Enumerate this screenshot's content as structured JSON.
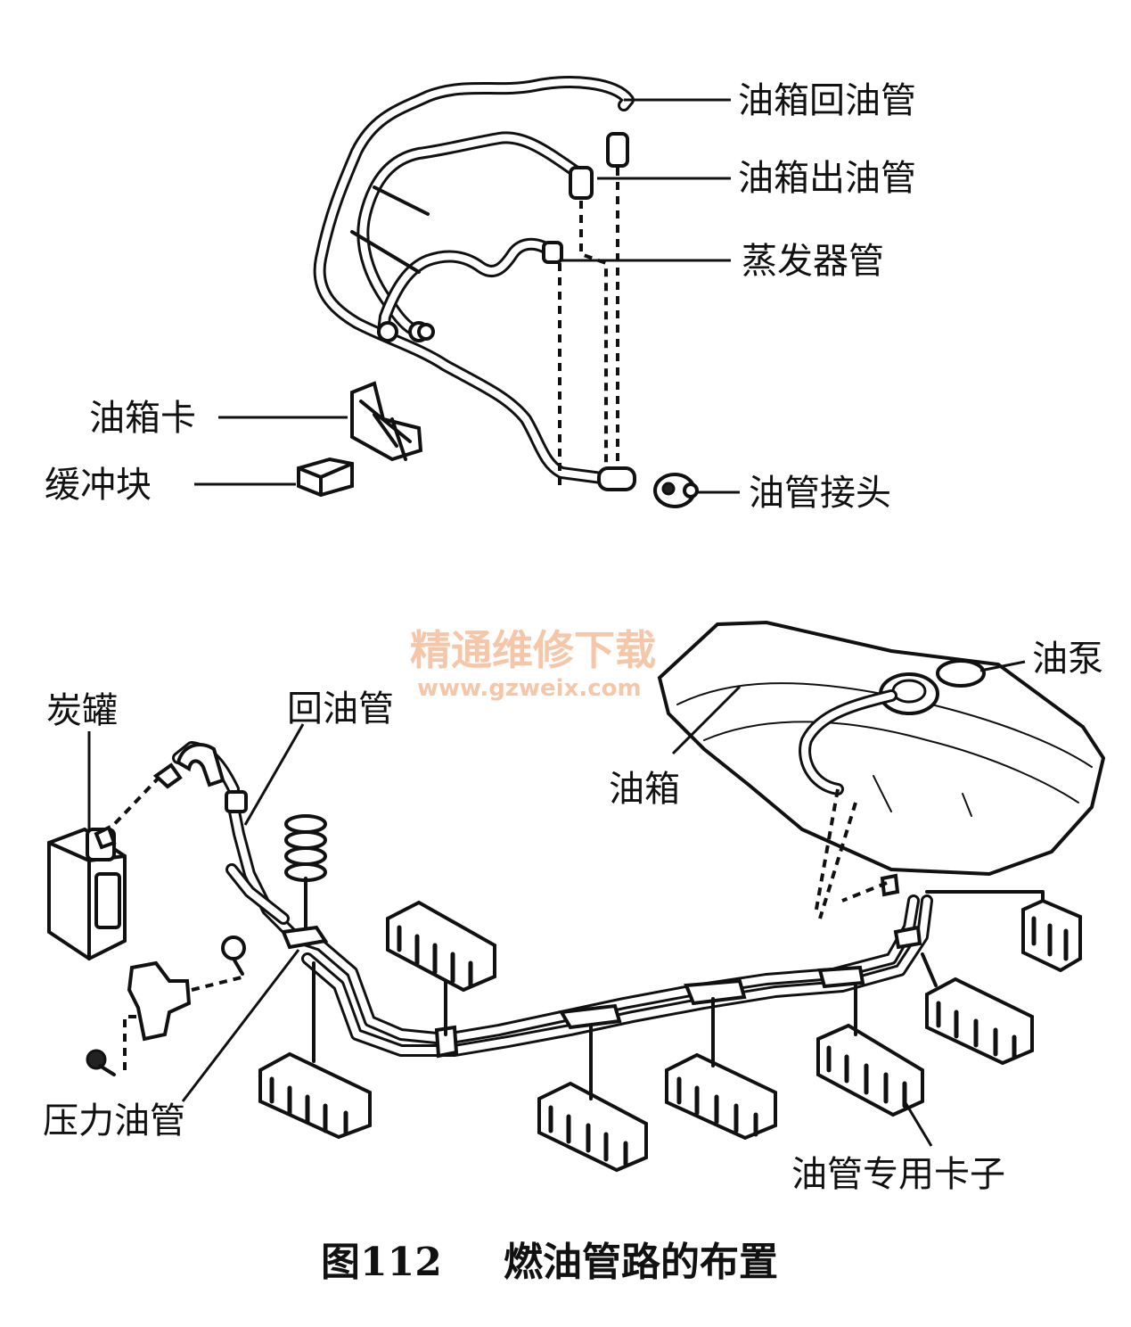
{
  "top_labels": {
    "return_pipe": "油箱回油管",
    "outlet_pipe": "油箱出油管",
    "evaporator_pipe": "蒸发器管",
    "tank_clip": "油箱卡",
    "buffer_block": "缓冲块",
    "pipe_joint": "油管接头"
  },
  "bottom_labels": {
    "canister": "炭罐",
    "return_line": "回油管",
    "fuel_pump": "油泵",
    "fuel_tank": "油箱",
    "pressure_line": "压力油管",
    "pipe_clips": "油管专用卡子"
  },
  "watermark": {
    "text": "精通维修下载",
    "url": "www.gzweix.com"
  },
  "caption": {
    "number": "图112",
    "title": "燃油管路的布置"
  }
}
